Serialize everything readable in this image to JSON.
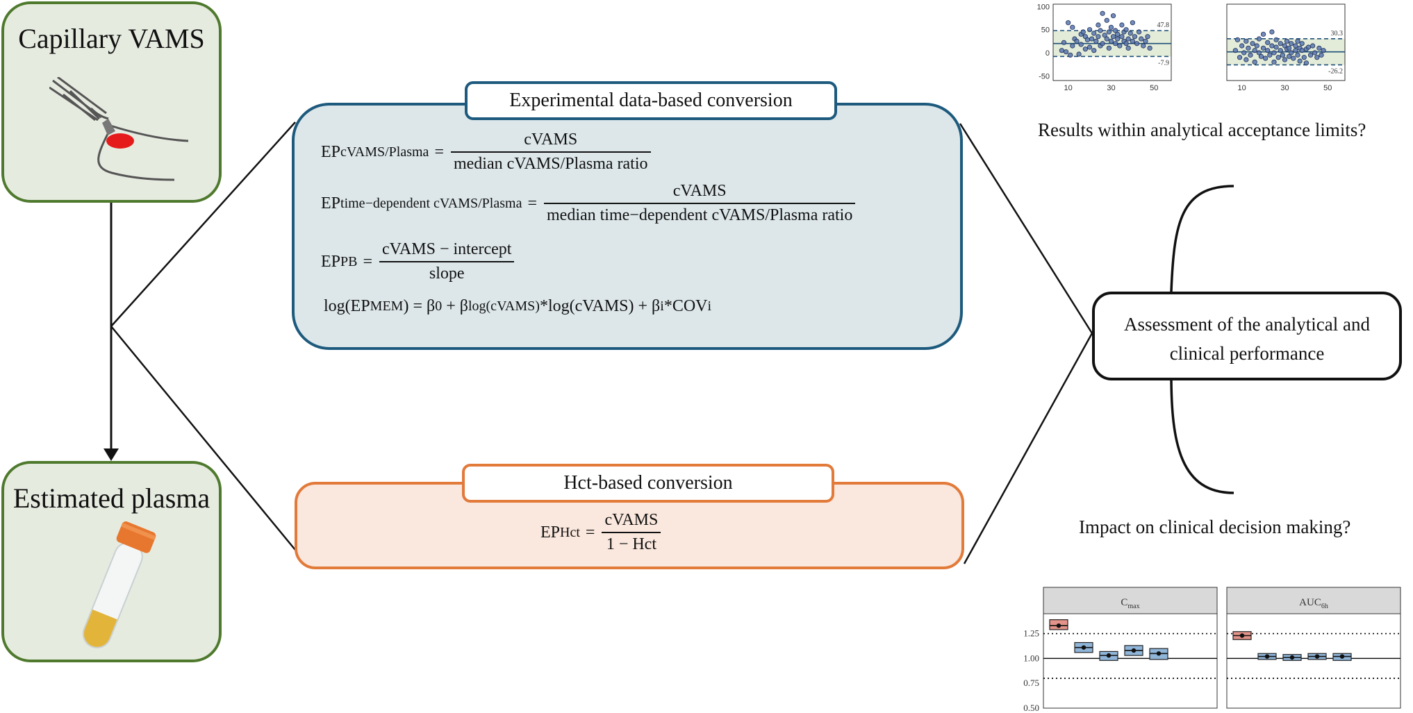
{
  "left": {
    "source_box": {
      "title": "Capillary VAMS"
    },
    "target_box": {
      "title": "Estimated plasma"
    }
  },
  "experimental": {
    "title": "Experimental data-based conversion",
    "eq1": {
      "lhs_main": "EP",
      "lhs_sub": "cVAMS/Plasma",
      "num": "cVAMS",
      "den": "median cVAMS/Plasma ratio"
    },
    "eq2": {
      "lhs_main": "EP",
      "lhs_sub": "time−dependent cVAMS/Plasma",
      "num": "cVAMS",
      "den": "median time−dependent cVAMS/Plasma ratio"
    },
    "eq3": {
      "lhs_main": "EP",
      "lhs_sub": "PB",
      "num": "cVAMS − intercept",
      "den": "slope"
    },
    "eq4": {
      "p1": "log(EP",
      "s1": "MEM",
      "p2": ") = β",
      "s2": "0",
      "p3": " + β",
      "s3": "log(cVAMS)",
      "p4": "*log(cVAMS) + β",
      "s4": "i",
      "p5": "*COV",
      "s5": "i"
    }
  },
  "hct": {
    "title": "Hct-based conversion",
    "eq": {
      "lhs_main": "EP",
      "lhs_sub": "Hct",
      "num": "cVAMS",
      "den": "1 − Hct"
    }
  },
  "assessment": {
    "line1": "Assessment of the analytical and",
    "line2": "clinical performance"
  },
  "question_top": "Results within analytical acceptance limits?",
  "question_bottom": "Impact on clinical decision making?",
  "chart_data": [
    {
      "type": "scatter",
      "title": "",
      "xlabel": "",
      "ylabel": "",
      "xticks": [
        10,
        30,
        50
      ],
      "yticks": [
        -50,
        0,
        50,
        100
      ],
      "xlim": [
        3,
        58
      ],
      "ylim": [
        -60,
        105
      ],
      "mean_label": "",
      "upper_label": "47.8",
      "lower_label": "-7.9",
      "reference_lines": [
        47.8,
        20,
        -7.9
      ],
      "points": [
        [
          7,
          5
        ],
        [
          8,
          22
        ],
        [
          9,
          2
        ],
        [
          10,
          65
        ],
        [
          11,
          -5
        ],
        [
          12,
          15
        ],
        [
          12,
          55
        ],
        [
          13,
          30
        ],
        [
          14,
          25
        ],
        [
          15,
          -3
        ],
        [
          16,
          40
        ],
        [
          16,
          18
        ],
        [
          17,
          45
        ],
        [
          18,
          8
        ],
        [
          18,
          35
        ],
        [
          19,
          28
        ],
        [
          20,
          50
        ],
        [
          20,
          12
        ],
        [
          21,
          30
        ],
        [
          22,
          42
        ],
        [
          22,
          5
        ],
        [
          23,
          25
        ],
        [
          24,
          60
        ],
        [
          24,
          35
        ],
        [
          25,
          15
        ],
        [
          25,
          48
        ],
        [
          26,
          85
        ],
        [
          26,
          20
        ],
        [
          27,
          38
        ],
        [
          28,
          30
        ],
        [
          28,
          70
        ],
        [
          29,
          10
        ],
        [
          29,
          45
        ],
        [
          30,
          25
        ],
        [
          30,
          55
        ],
        [
          31,
          80
        ],
        [
          31,
          35
        ],
        [
          32,
          20
        ],
        [
          32,
          48
        ],
        [
          33,
          30
        ],
        [
          33,
          40
        ],
        [
          34,
          15
        ],
        [
          35,
          60
        ],
        [
          35,
          35
        ],
        [
          36,
          25
        ],
        [
          36,
          45
        ],
        [
          37,
          50
        ],
        [
          37,
          20
        ],
        [
          38,
          30
        ],
        [
          38,
          10
        ],
        [
          39,
          42
        ],
        [
          40,
          25
        ],
        [
          40,
          65
        ],
        [
          41,
          35
        ],
        [
          42,
          20
        ],
        [
          43,
          45
        ],
        [
          44,
          30
        ],
        [
          45,
          15
        ],
        [
          46,
          25
        ],
        [
          47,
          35
        ],
        [
          48,
          10
        ]
      ]
    },
    {
      "type": "scatter",
      "title": "",
      "xlabel": "",
      "ylabel": "",
      "xticks": [
        10,
        30,
        50
      ],
      "yticks": [
        -50,
        0,
        50,
        100
      ],
      "xlim": [
        3,
        58
      ],
      "ylim": [
        -60,
        105
      ],
      "mean_label": "",
      "upper_label": "30.3",
      "lower_label": "-26.2",
      "reference_lines": [
        30.3,
        2,
        -26.2
      ],
      "points": [
        [
          7,
          5
        ],
        [
          8,
          28
        ],
        [
          9,
          -10
        ],
        [
          10,
          15
        ],
        [
          11,
          0
        ],
        [
          12,
          25
        ],
        [
          12,
          -15
        ],
        [
          13,
          10
        ],
        [
          14,
          -5
        ],
        [
          15,
          20
        ],
        [
          16,
          5
        ],
        [
          16,
          -20
        ],
        [
          17,
          15
        ],
        [
          18,
          0
        ],
        [
          18,
          30
        ],
        [
          19,
          -8
        ],
        [
          20,
          10
        ],
        [
          20,
          40
        ],
        [
          21,
          -12
        ],
        [
          22,
          5
        ],
        [
          22,
          22
        ],
        [
          23,
          -5
        ],
        [
          24,
          15
        ],
        [
          24,
          45
        ],
        [
          25,
          0
        ],
        [
          25,
          -20
        ],
        [
          26,
          12
        ],
        [
          26,
          28
        ],
        [
          27,
          -10
        ],
        [
          28,
          5
        ],
        [
          28,
          20
        ],
        [
          29,
          -5
        ],
        [
          30,
          15
        ],
        [
          30,
          -15
        ],
        [
          31,
          8
        ],
        [
          31,
          25
        ],
        [
          32,
          -8
        ],
        [
          32,
          10
        ],
        [
          33,
          0
        ],
        [
          33,
          20
        ],
        [
          34,
          -12
        ],
        [
          35,
          5
        ],
        [
          35,
          15
        ],
        [
          36,
          -5
        ],
        [
          36,
          25
        ],
        [
          37,
          10
        ],
        [
          37,
          -18
        ],
        [
          38,
          5
        ],
        [
          38,
          20
        ],
        [
          39,
          -10
        ],
        [
          40,
          8
        ],
        [
          40,
          -22
        ],
        [
          41,
          12
        ],
        [
          42,
          -5
        ],
        [
          43,
          15
        ],
        [
          44,
          0
        ],
        [
          45,
          -10
        ],
        [
          46,
          10
        ],
        [
          47,
          -5
        ],
        [
          48,
          5
        ]
      ]
    },
    {
      "type": "box",
      "title": "C",
      "title_sub": "max",
      "yticks": [
        "0.50",
        "0.75",
        "1.00",
        "1.25"
      ],
      "ylim": [
        0.5,
        1.45
      ],
      "reference_lines": {
        "solid": 1.0,
        "dotted": [
          0.8,
          1.25
        ]
      },
      "boxes": [
        {
          "center": 1.33,
          "low": 1.29,
          "high": 1.39,
          "color": "#e39389"
        },
        {
          "center": 1.11,
          "low": 1.06,
          "high": 1.16,
          "color": "#8fb5d9"
        },
        {
          "center": 1.03,
          "low": 0.98,
          "high": 1.07,
          "color": "#8fb5d9"
        },
        {
          "center": 1.08,
          "low": 1.03,
          "high": 1.13,
          "color": "#8fb5d9"
        },
        {
          "center": 1.05,
          "low": 0.99,
          "high": 1.1,
          "color": "#8fb5d9"
        }
      ]
    },
    {
      "type": "box",
      "title": "AUC",
      "title_sub": "6h",
      "yticks": [
        "0.50",
        "0.75",
        "1.00",
        "1.25"
      ],
      "ylim": [
        0.5,
        1.45
      ],
      "reference_lines": {
        "solid": 1.0,
        "dotted": [
          0.8,
          1.25
        ]
      },
      "boxes": [
        {
          "center": 1.23,
          "low": 1.19,
          "high": 1.27,
          "color": "#e39389"
        },
        {
          "center": 1.02,
          "low": 0.99,
          "high": 1.05,
          "color": "#8fb5d9"
        },
        {
          "center": 1.01,
          "low": 0.98,
          "high": 1.04,
          "color": "#8fb5d9"
        },
        {
          "center": 1.02,
          "low": 0.99,
          "high": 1.05,
          "color": "#8fb5d9"
        },
        {
          "center": 1.02,
          "low": 0.98,
          "high": 1.05,
          "color": "#8fb5d9"
        }
      ]
    }
  ]
}
